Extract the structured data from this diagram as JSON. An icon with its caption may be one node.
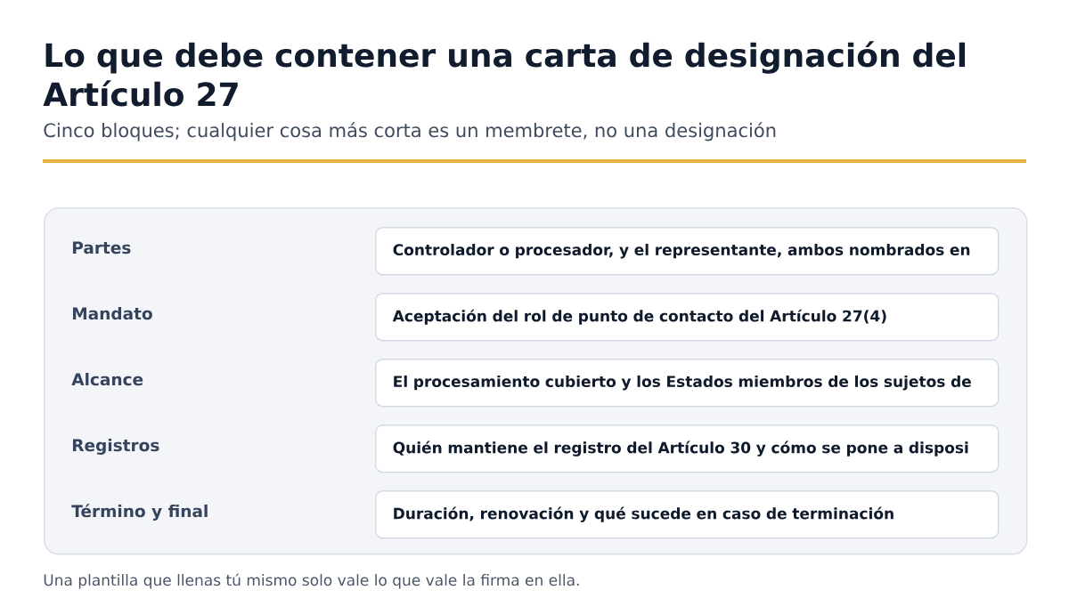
{
  "diagram": {
    "title": "Lo que debe contener una carta de designación del Artículo 27",
    "caption": "Una plantilla que llenas tú mismo solo vale lo que vale la firma en ella.",
    "nodes": [
      {
        "text": [],
        "shape": "box"
      },
      {
        "text": [
          "Controlador o procesador, y el representante, ambos nombrados en"
        ],
        "in": 0
      },
      {
        "text": [
          "Aceptación del rol de punto de contacto del Artículo 27(4)"
        ],
        "in": 0
      },
      {
        "text": [
          "El procesamiento cubierto y los Estados miembros de los sujetos de"
        ],
        "in": 0
      },
      {
        "text": [
          "Quién mantiene el registro del Artículo 30 y cómo se pone a disposi"
        ],
        "in": 0
      },
      {
        "text": [
          "Duración, renovación y qué sucede en caso de terminación"
        ],
        "in": 0
      }
    ],
    "labels": [
      "Cinco bloques; cualquier cosa más corta es un membrete, no una designación",
      "Partes",
      "Mandato",
      "Alcance",
      "Registros",
      "Término y final"
    ]
  }
}
